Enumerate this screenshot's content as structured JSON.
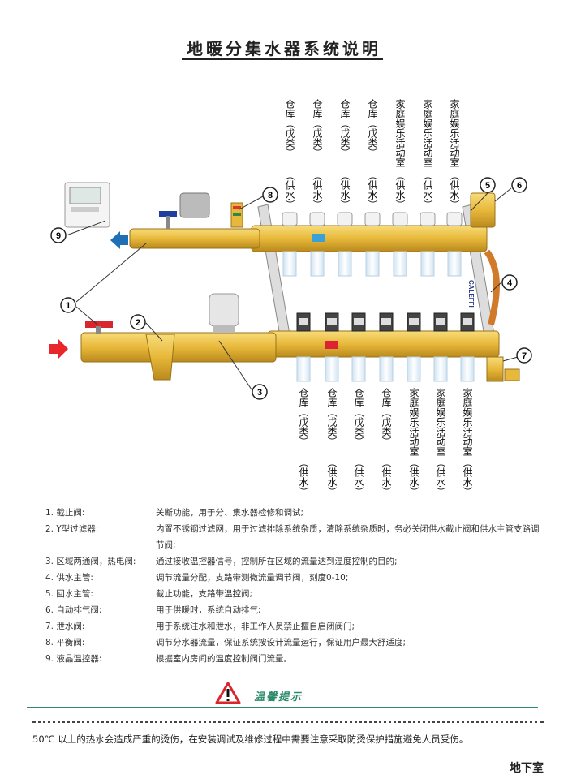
{
  "title": "地暖分集水器系统说明",
  "supply_labels_top": [
    {
      "room": "仓库（戊类）",
      "type": "（供水）"
    },
    {
      "room": "仓库（戊类）",
      "type": "（供水）"
    },
    {
      "room": "仓库（戊类）",
      "type": "（供水）"
    },
    {
      "room": "仓库（戊类）",
      "type": "（供水）"
    },
    {
      "room": "家庭娱乐活动室",
      "type": "（供水）"
    },
    {
      "room": "家庭娱乐活动室",
      "type": "（供水）"
    },
    {
      "room": "家庭娱乐活动室",
      "type": "（供水）"
    }
  ],
  "supply_labels_bottom": [
    {
      "room": "仓库（戊类）",
      "type": "（供水）"
    },
    {
      "room": "仓库（戊类）",
      "type": "（供水）"
    },
    {
      "room": "仓库（戊类）",
      "type": "（供水）"
    },
    {
      "room": "仓库（戊类）",
      "type": "（供水）"
    },
    {
      "room": "家庭娱乐活动室",
      "type": "（供水）"
    },
    {
      "room": "家庭娱乐活动室",
      "type": "（供水）"
    },
    {
      "room": "家庭娱乐活动室",
      "type": "（供水）"
    }
  ],
  "callouts": [
    "1",
    "2",
    "3",
    "4",
    "5",
    "6",
    "7",
    "8",
    "9"
  ],
  "brand_text": "CALEFFI",
  "legend": [
    {
      "name": "1. 截止阀:",
      "desc": "关断功能，用于分、集水器检修和调试;"
    },
    {
      "name": "2. Y型过滤器:",
      "desc": "内置不锈钢过滤网，用于过滤排除系统杂质，清除系统杂质时，务必关闭供水截止阀和供水主管支路调节阀;"
    },
    {
      "name": "3. 区域两通阀，热电阀:",
      "desc": "通过接收温控器信号，控制所在区域的流量达到温度控制的目的;"
    },
    {
      "name": "4. 供水主管:",
      "desc": "调节流量分配，支路带测微流量调节阀，刻度0-10;"
    },
    {
      "name": "5. 回水主管:",
      "desc": "截止功能，支路带温控阀;"
    },
    {
      "name": "6. 自动排气阀:",
      "desc": "用于供暖时，系统自动排气;"
    },
    {
      "name": "7. 泄水阀:",
      "desc": "用于系统注水和泄水，非工作人员禁止擅自启闭阀门;"
    },
    {
      "name": "8. 平衡阀:",
      "desc": "调节分水器流量，保证系统按设计流量运行，保证用户最大舒适度;"
    },
    {
      "name": "9. 液晶温控器:",
      "desc": "根据室内房间的温度控制阀门流量。"
    }
  ],
  "warning": {
    "title": "温馨提示",
    "text": "50℃ 以上的热水会造成严重的烫伤，在安装调试及维修过程中需要注意采取防烫保护措施避免人员受伤。"
  },
  "corner_label": "地下室",
  "colors": {
    "brass": "#e8b83a",
    "green": "#2e8c6c",
    "supply_arrow": "#e8262c",
    "return_arrow": "#1e6fb8"
  }
}
